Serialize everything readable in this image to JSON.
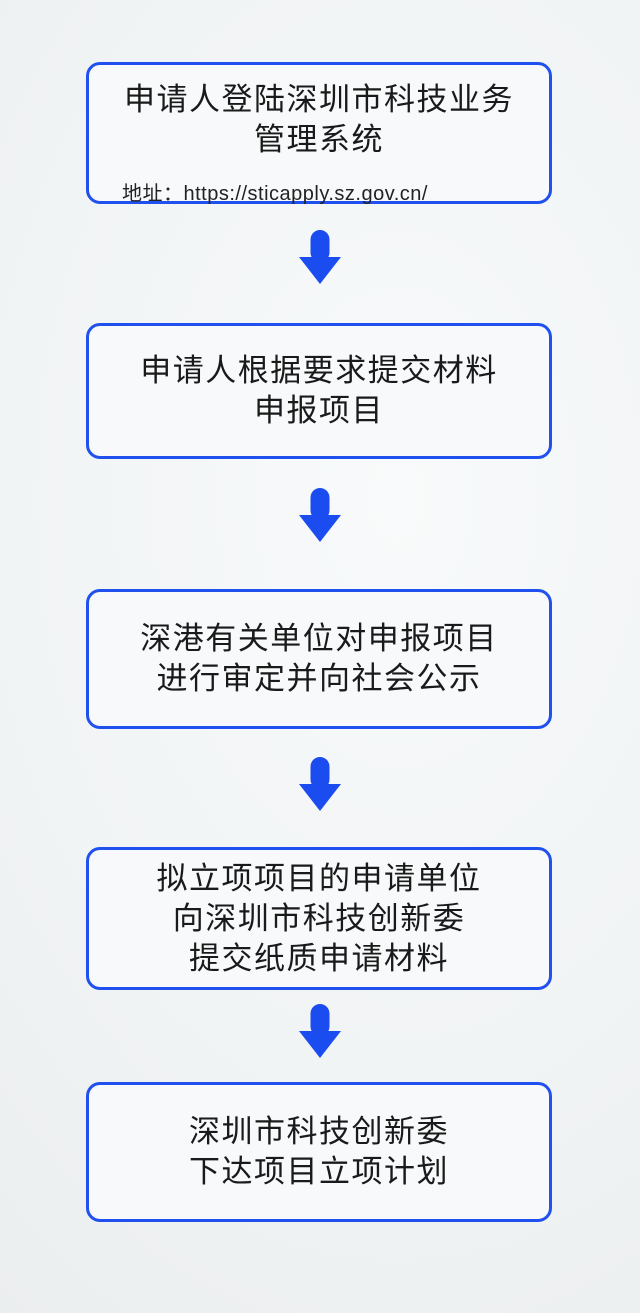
{
  "page": {
    "background_center_color": "#f8fafb",
    "background_edge_color": "#e8ebec"
  },
  "flowchart": {
    "box_border_color": "#2051ee",
    "box_fill_color": "#f7f9fa",
    "arrow_color": "#1b4cf0",
    "text_color": "#1a1a1a",
    "steps": [
      {
        "lines": [
          "申请人登陆深圳市科技业务",
          "管理系统"
        ],
        "note": "地址：https://sticapply.sz.gov.cn/"
      },
      {
        "lines": [
          "申请人根据要求提交材料",
          "申报项目"
        ]
      },
      {
        "lines": [
          "深港有关单位对申报项目",
          "进行审定并向社会公示"
        ]
      },
      {
        "lines": [
          "拟立项项目的申请单位",
          "向深圳市科技创新委",
          "提交纸质申请材料"
        ]
      },
      {
        "lines": [
          "深圳市科技创新委",
          "下达项目立项计划"
        ]
      }
    ]
  }
}
